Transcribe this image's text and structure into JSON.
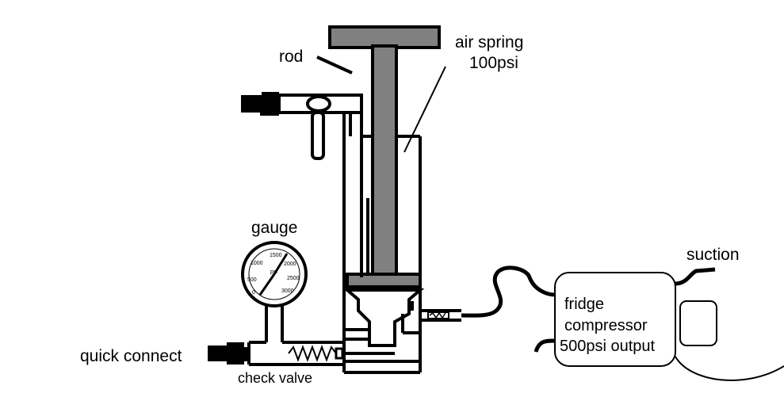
{
  "labels": {
    "rod": "rod",
    "air_spring_line1": "air spring",
    "air_spring_line2": "100psi",
    "gauge": "gauge",
    "quick_connect": "quick connect",
    "check_valve": "check valve",
    "fridge_line1": "fridge",
    "fridge_line2": "compressor",
    "fridge_line3": "500psi output",
    "suction": "suction"
  },
  "gauge_dial": {
    "unit": "psi",
    "ticks": [
      "0",
      "500",
      "1000",
      "1500",
      "2000",
      "2500",
      "3000"
    ]
  },
  "colors": {
    "rod_fill": "#808080",
    "line": "#000000",
    "background": "#ffffff"
  }
}
